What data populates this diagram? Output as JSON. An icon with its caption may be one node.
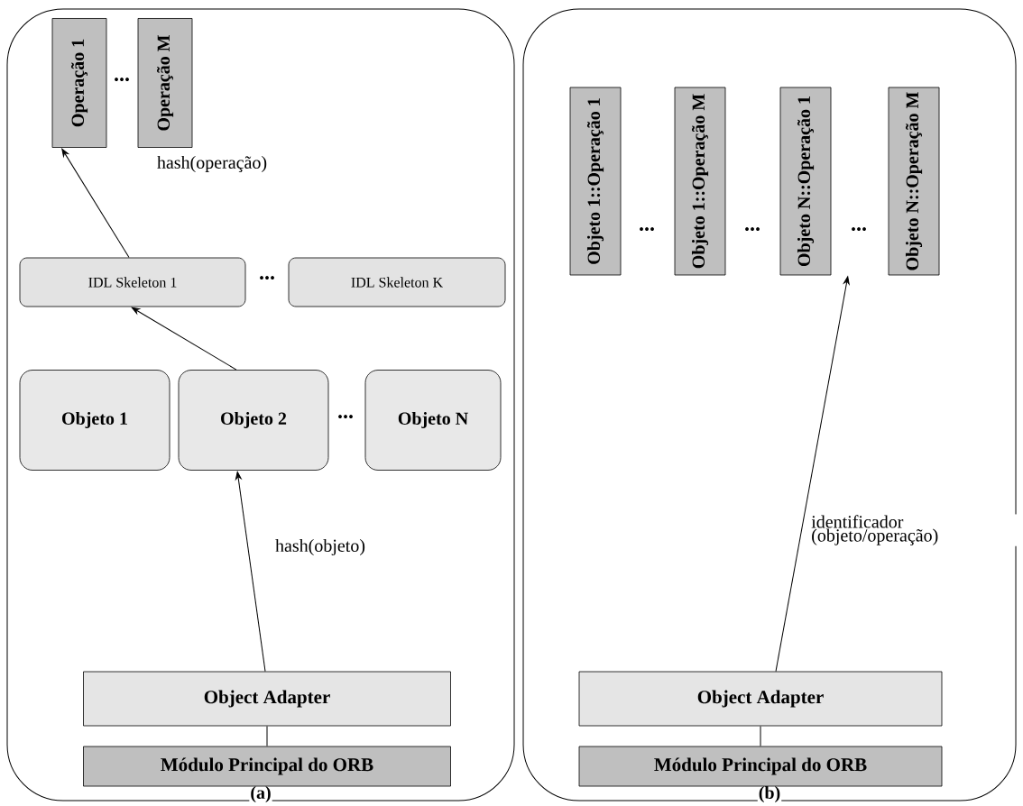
{
  "diagram": {
    "nodes": [
      {
        "text": [
          "(a)"
        ]
      },
      {
        "text": [
          "Operação 1"
        ],
        "in": 0
      },
      {
        "text": [
          "Operação M"
        ],
        "in": 0
      },
      {
        "text": [
          "IDL Skeleton 1"
        ],
        "in": 0
      },
      {
        "text": [
          "IDL Skeleton K"
        ],
        "in": 0
      },
      {
        "text": [
          "Objeto 1"
        ],
        "in": 0
      },
      {
        "text": [
          "Objeto 2"
        ],
        "in": 0
      },
      {
        "text": [
          "Objeto N"
        ],
        "in": 0
      },
      {
        "text": [
          "Object Adapter"
        ],
        "in": 0
      },
      {
        "text": [
          "Módulo Principal do ORB"
        ],
        "in": 0
      },
      {
        "text": [
          "(b)"
        ]
      },
      {
        "text": [
          "Objeto 1::Operação 1"
        ],
        "in": 10
      },
      {
        "text": [
          "Objeto 1::Operação M"
        ],
        "in": 10
      },
      {
        "text": [
          "Objeto N::Operação 1"
        ],
        "in": 10
      },
      {
        "text": [
          "Objeto N::Operação M"
        ],
        "in": 10
      },
      {
        "text": [
          "Object Adapter"
        ],
        "in": 10
      },
      {
        "text": [
          "Módulo Principal do ORB"
        ],
        "in": 10
      }
    ],
    "edges": [
      {
        "from": 3,
        "to": 1,
        "arrow": "to",
        "label": "hash(operação)"
      },
      {
        "from": 6,
        "to": 3,
        "arrow": "to"
      },
      {
        "from": 8,
        "to": 6,
        "arrow": "to",
        "label": "hash(objeto)"
      },
      {
        "from": 9,
        "to": 8,
        "arrow": "none"
      },
      {
        "from": 15,
        "to": 13,
        "arrow": "to",
        "label": "identificador (objeto/operação)"
      },
      {
        "from": 16,
        "to": 15,
        "arrow": "none"
      }
    ],
    "labels": [
      "...",
      "...",
      "...",
      "...",
      "...",
      "..."
    ]
  }
}
